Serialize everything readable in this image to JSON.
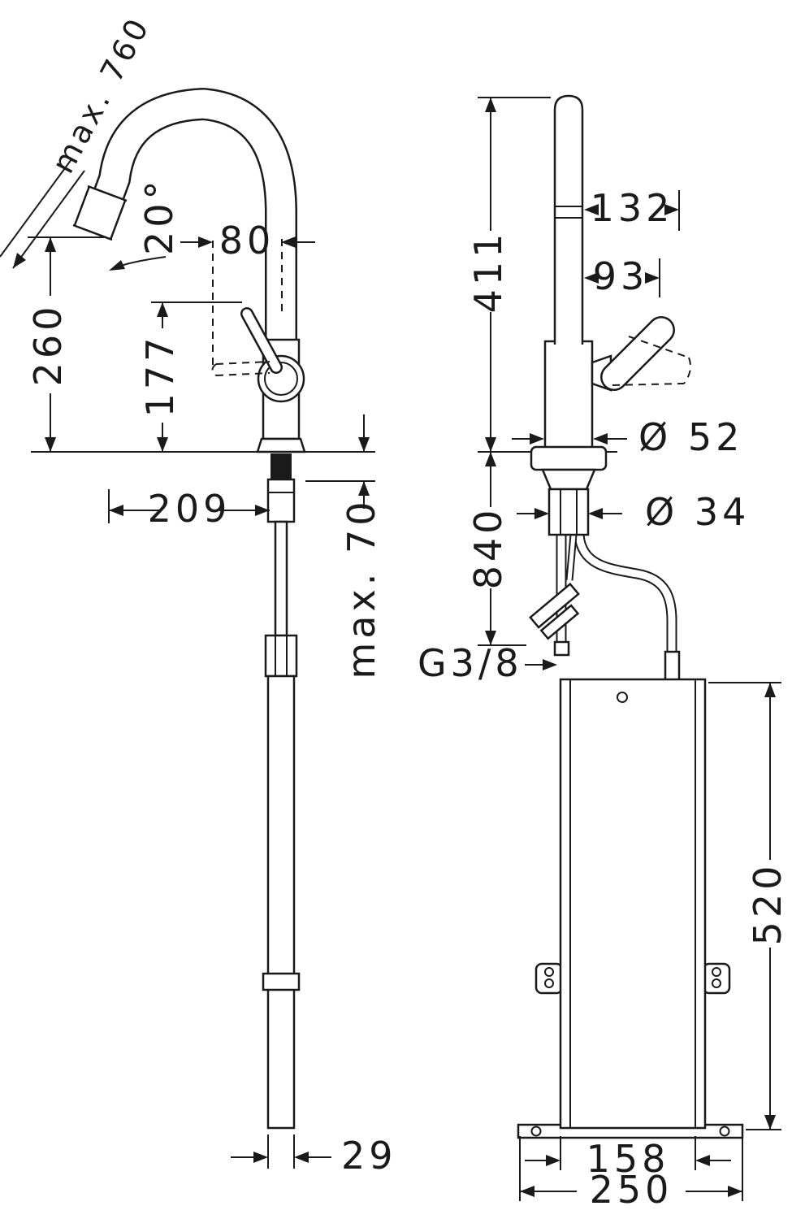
{
  "page": {
    "background": "#ffffff",
    "line_color": "#1a1a1a"
  },
  "drawing": {
    "type": "technical-diagram",
    "subject": "kitchen mixer tap with pull-out spray and under-counter installation unit, two orthographic views with dimensions",
    "views": [
      {
        "id": "side-view",
        "label": "side view"
      },
      {
        "id": "front-view",
        "label": "front view"
      }
    ],
    "dimensions": {
      "max_height": "max. 760",
      "spout_angle": "20°",
      "spout_offset": "80",
      "outlet_height": "260",
      "handle_height": "177",
      "spout_reach": "209",
      "max_counter_thickness": "max. 70",
      "hose_width": "29",
      "spout_top_height": "411",
      "spray_clearance": "132",
      "handle_clearance": "93",
      "body_diameter": "Ø 52",
      "shank_diameter": "Ø 34",
      "hose_length": "840",
      "thread": "G3/8",
      "box_height": "520",
      "box_width": "158",
      "base_width": "250"
    }
  }
}
